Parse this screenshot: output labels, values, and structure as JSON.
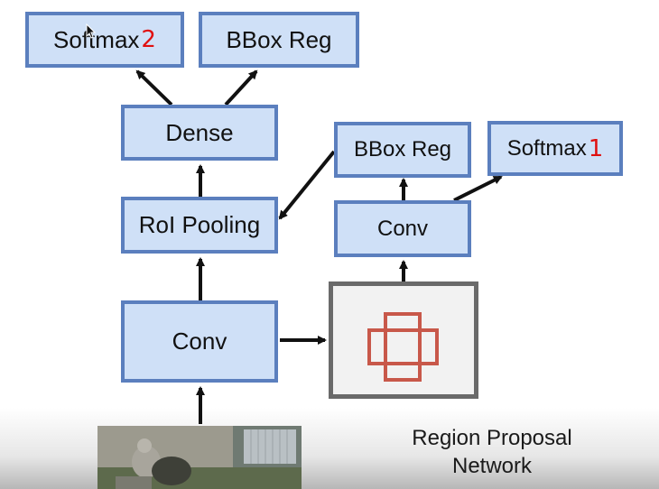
{
  "diagram": {
    "boxes": {
      "softmax_top": {
        "label": "Softmax",
        "annotation": "2"
      },
      "bbox_reg_top": {
        "label": "BBox Reg"
      },
      "dense": {
        "label": "Dense"
      },
      "roi_pooling": {
        "label": "RoI Pooling"
      },
      "conv_main": {
        "label": "Conv"
      },
      "bbox_reg_rpn": {
        "label": "BBox Reg"
      },
      "softmax_rpn": {
        "label": "Softmax",
        "annotation": "1"
      },
      "conv_rpn": {
        "label": "Conv"
      }
    },
    "rpn_caption": {
      "line1": "Region Proposal",
      "line2": "Network"
    }
  },
  "colors": {
    "box_fill": "#cfe0f7",
    "box_border": "#5b7fbe",
    "arrow": "#111111",
    "rpn_border": "#6a6a6a",
    "rpn_icon": "#c8584a",
    "annotation": "#e01010"
  },
  "icons": [
    "region-proposal-icon",
    "mouse-cursor-icon",
    "input-image"
  ]
}
